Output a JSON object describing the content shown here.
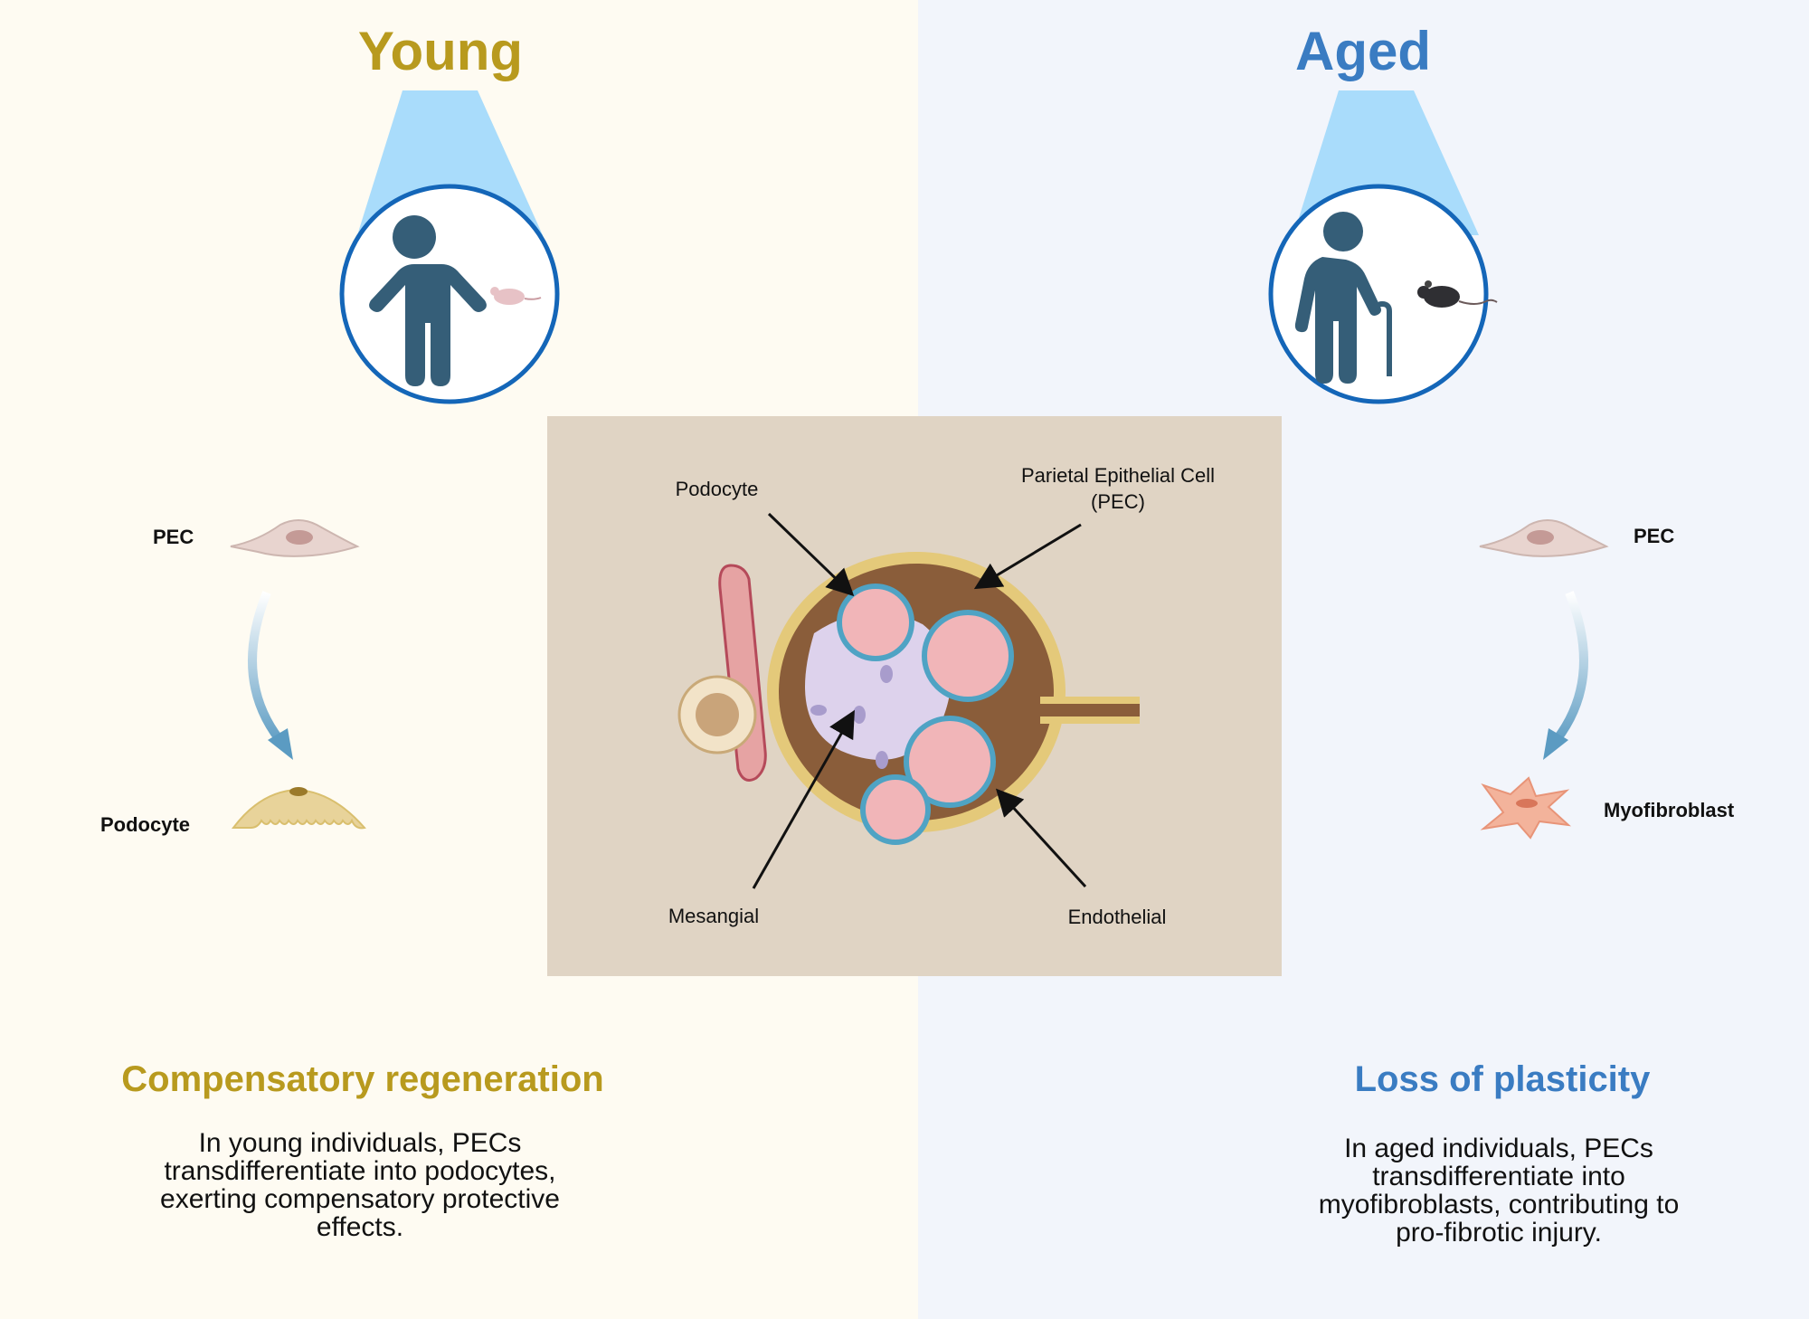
{
  "young": {
    "title": "Young",
    "pec_label": "PEC",
    "podocyte_label": "Podocyte",
    "heading": "Compensatory regeneration",
    "description": "In young individuals, PECs transdifferentiate into podocytes, exerting compensatory protective effects.",
    "color": "#b89a1e"
  },
  "aged": {
    "title": "Aged",
    "pec_label": "PEC",
    "myofibroblast_label": "Myofibroblast",
    "heading": "Loss of plasticity",
    "description": "In aged individuals, PECs transdifferentiate into myofibroblasts, contributing to pro-fibrotic injury.",
    "color": "#3a7cc2"
  },
  "glomerulus": {
    "podocyte": "Podocyte",
    "pec_line1": "Parietal Epithelial Cell",
    "pec_line2": "(PEC)",
    "mesangial": "Mesangial",
    "endothelial": "Endothelial"
  }
}
